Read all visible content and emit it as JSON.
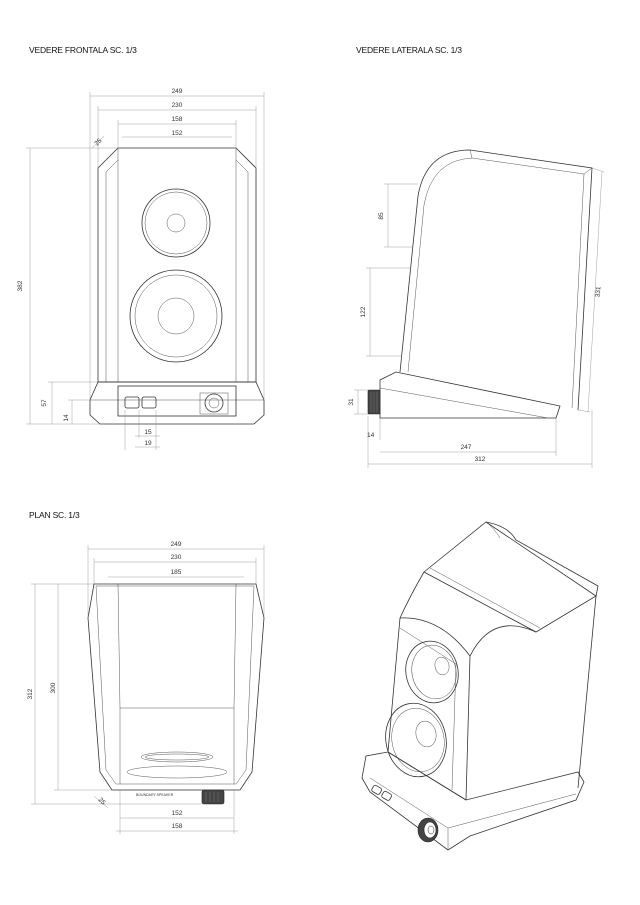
{
  "titles": {
    "front": "VEDERE FRONTALA SC. 1/3",
    "side": "VEDERE LATERALA SC. 1/3",
    "plan": "PLAN SC. 1/3"
  },
  "front_dims": {
    "w249": "249",
    "w230": "230",
    "w158": "158",
    "w152": "152",
    "chamfer": "25",
    "h382": "382",
    "h57": "57",
    "h14": "14",
    "w15": "15",
    "w19": "19"
  },
  "side_dims": {
    "h85": "85",
    "h122": "122",
    "h331": "331",
    "h31": "31",
    "d14": "14",
    "d247": "247",
    "d312": "312"
  },
  "plan_dims": {
    "w249": "249",
    "w230": "230",
    "w185": "185",
    "h312": "312",
    "h300": "300",
    "chamfer": "25",
    "w152": "152",
    "w158": "158"
  },
  "plan_label": "BOUNDARY SPEAKER"
}
